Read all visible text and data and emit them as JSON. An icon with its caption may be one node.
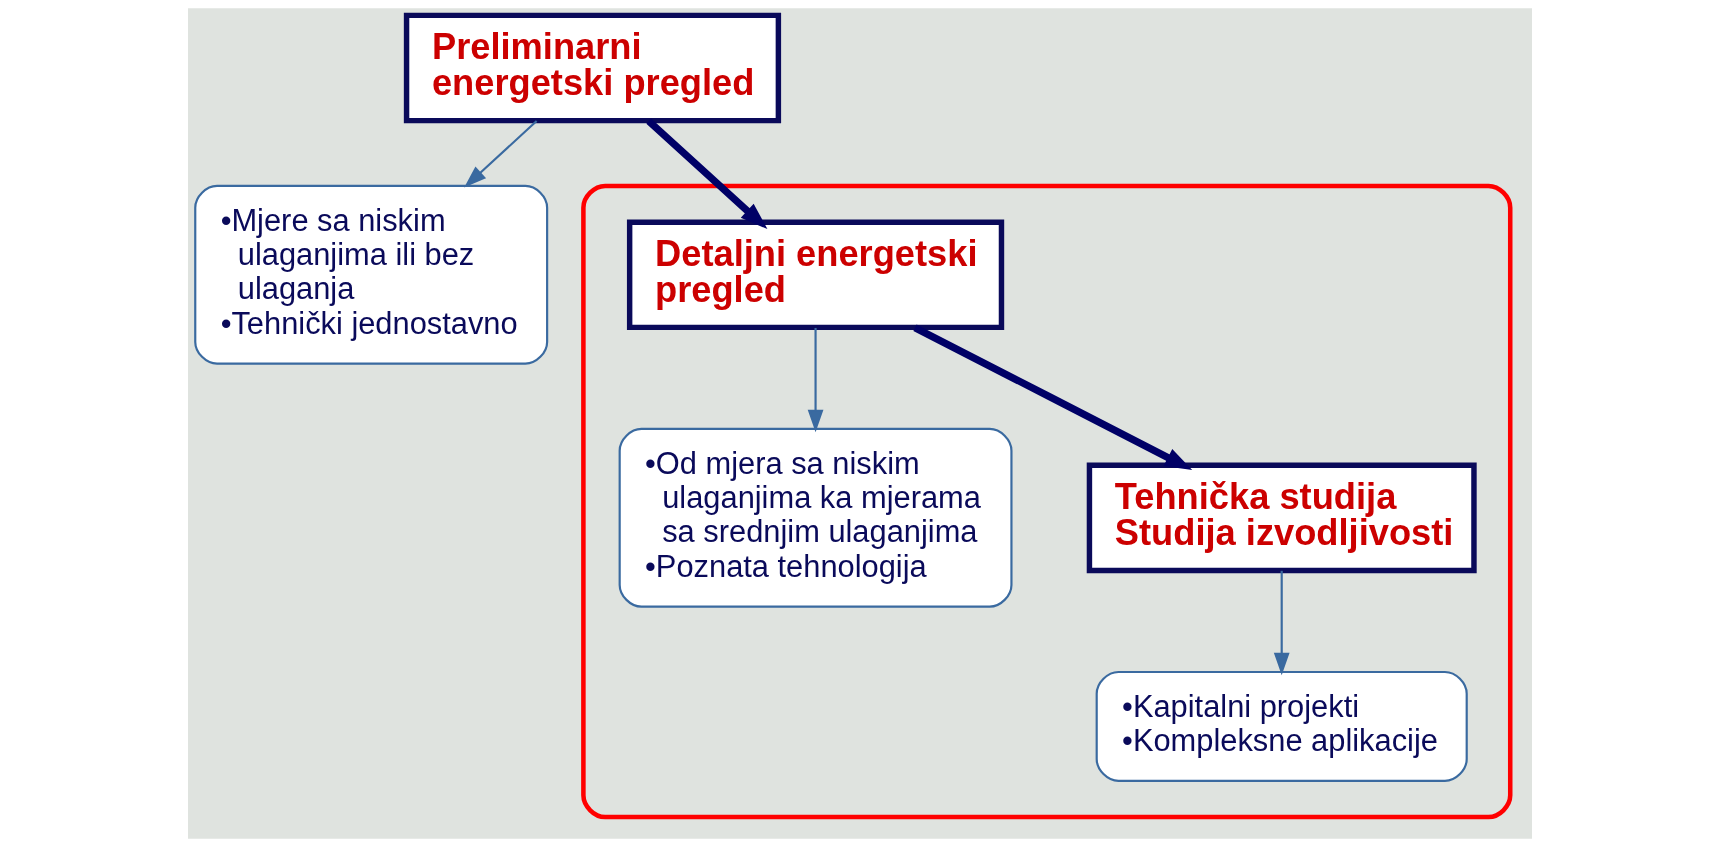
{
  "diagram": {
    "nodes": [
      {
        "text": [
          "Preliminarni energetski pregled"
        ]
      },
      {
        "text": [
          "•Mjere sa niskim ulaganjima ili bez ulaganja",
          "•Tehnički jednostavno"
        ]
      },
      {
        "text": [],
        "shape": "box"
      },
      {
        "text": [
          "Detaljni energetski pregled"
        ],
        "in": 2
      },
      {
        "text": [
          "•Od mjera sa niskim ulaganjima ka mjerama sa srednjim ulaganjima",
          "•Poznata tehnologija"
        ],
        "in": 2
      },
      {
        "text": [
          "Tehnička studija",
          "Studija izvodljivosti"
        ],
        "in": 2
      },
      {
        "text": [
          "•Kapitalni projekti",
          "•Kompleksne aplikacije"
        ],
        "in": 2
      }
    ],
    "edges": [
      {
        "from": 0,
        "to": 3,
        "arrow": "to",
        "style": "thick",
        "color": "#000066"
      },
      {
        "from": 0,
        "to": 1,
        "arrow": "to"
      },
      {
        "from": 3,
        "to": 5,
        "arrow": "to",
        "style": "thick",
        "color": "#000066"
      },
      {
        "from": 3,
        "to": 4,
        "arrow": "to"
      },
      {
        "from": 5,
        "to": 6,
        "arrow": "to"
      }
    ]
  }
}
